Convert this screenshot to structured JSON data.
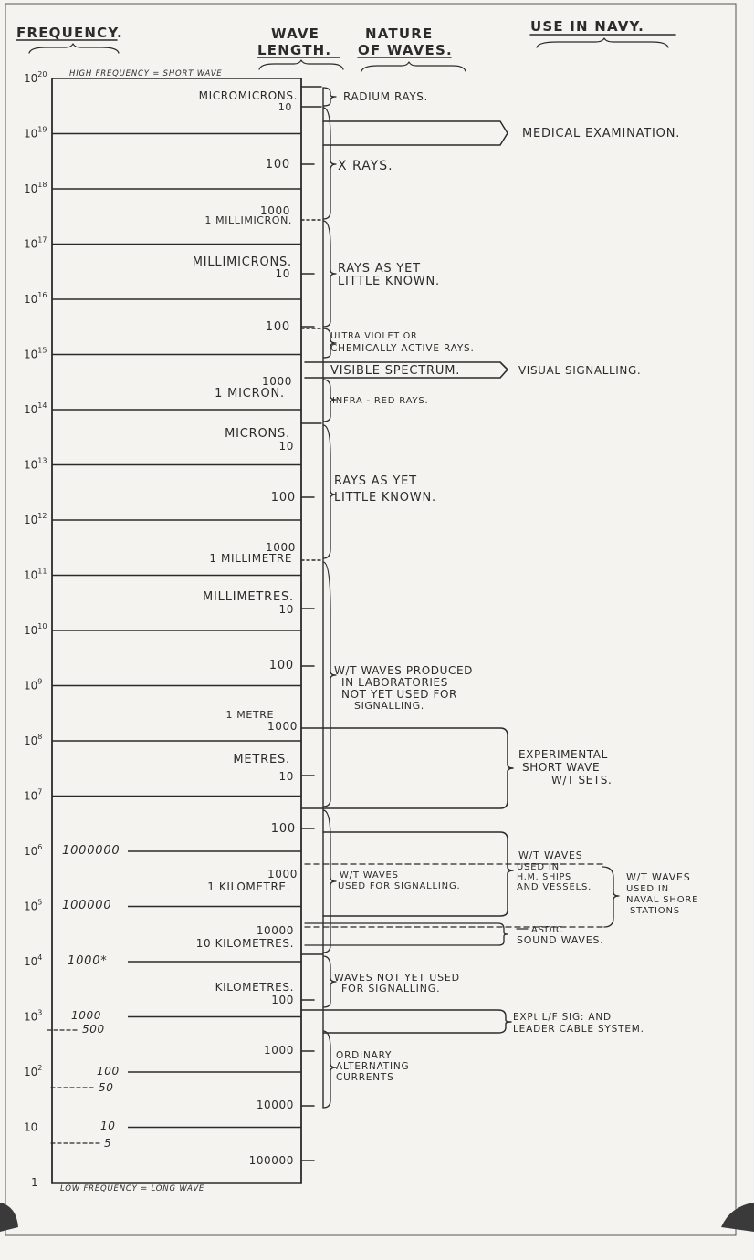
{
  "headers": {
    "frequency": "FREQUENCY.",
    "wave_length_1": "WAVE",
    "wave_length_2": "LENGTH.",
    "nature_1": "NATURE",
    "nature_2": "OF WAVES.",
    "use": "USE  IN  NAVY."
  },
  "top_note": "HIGH FREQUENCY = SHORT WAVE",
  "bottom_note": "LOW FREQUENCY  =  LONG WAVE",
  "frequency_labels": [
    {
      "base": "10",
      "exp": "20"
    },
    {
      "base": "10",
      "exp": "19"
    },
    {
      "base": "10",
      "exp": "18"
    },
    {
      "base": "10",
      "exp": "17"
    },
    {
      "base": "10",
      "exp": "16"
    },
    {
      "base": "10",
      "exp": "15"
    },
    {
      "base": "10",
      "exp": "14"
    },
    {
      "base": "10",
      "exp": "13"
    },
    {
      "base": "10",
      "exp": "12"
    },
    {
      "base": "10",
      "exp": "11"
    },
    {
      "base": "10",
      "exp": "10"
    },
    {
      "base": "10",
      "exp": "9"
    },
    {
      "base": "10",
      "exp": "8"
    },
    {
      "base": "10",
      "exp": "7"
    },
    {
      "base": "10",
      "exp": "6"
    },
    {
      "base": "10",
      "exp": "5"
    },
    {
      "base": "10",
      "exp": "4"
    },
    {
      "base": "10",
      "exp": "3"
    },
    {
      "base": "10",
      "exp": "2"
    },
    {
      "base": "10",
      "exp": ""
    },
    {
      "base": "1",
      "exp": ""
    }
  ],
  "frequency_numbers": [
    "1000000",
    "100000",
    "1000*",
    "1000",
    "500",
    "100",
    "50",
    "10",
    "5"
  ],
  "wavelength_labels": {
    "micromicrons": "MICROMICRONS.",
    "w_10a": "10",
    "w_100a": "100",
    "w_1000a": "1000",
    "one_millimicron": "1 MILLIMICRON.",
    "millimicrons": "MILLIMICRONS.",
    "w_10b": "10",
    "w_100b": "100",
    "w_1000b": "1000",
    "one_micron": "1 MICRON.",
    "microns": "MICRONS.",
    "w_10c": "10",
    "w_100c": "100",
    "w_1000c": "1000",
    "one_millimetre": "1 MILLIMETRE",
    "millimetres": "MILLIMETRES.",
    "w_10d": "10",
    "w_100d": "100",
    "one_metre": "1 METRE",
    "w_1000d": "1000",
    "metres": "METRES.",
    "w_10e": "10",
    "w_100e": "100",
    "w_1000e": "1000",
    "one_kilometre": "1 KILOMETRE.",
    "w_10000": "10000",
    "ten_kilometres": "10 KILOMETRES.",
    "kilometres": "KILOMETRES.",
    "w_100f": "100",
    "w_1000f": "1000",
    "w_10000f": "10000",
    "w_100000f": "100000"
  },
  "nature": {
    "radium": "RADIUM RAYS.",
    "xrays": "X  RAYS.",
    "little_known_1a": "RAYS AS YET",
    "little_known_1b": "LITTLE KNOWN.",
    "uv_1": "ULTRA VIOLET OR",
    "uv_2": "CHEMICALLY ACTIVE RAYS.",
    "visible": "VISIBLE SPECTRUM.",
    "infra": "INFRA - RED RAYS.",
    "little_known_2a": "RAYS AS YET",
    "little_known_2b": "LITTLE KNOWN.",
    "lab_1": "W/T WAVES PRODUCED",
    "lab_2": "IN LABORATORIES",
    "lab_3": "NOT YET USED FOR",
    "lab_4": "SIGNALLING.",
    "wt_sig_1": "W/T WAVES",
    "wt_sig_2": "USED FOR SIGNALLING.",
    "not_yet_1": "WAVES NOT YET USED",
    "not_yet_2": "FOR SIGNALLING.",
    "ac_1": "ORDINARY",
    "ac_2": "ALTERNATING",
    "ac_3": "CURRENTS"
  },
  "use": {
    "medical": "MEDICAL EXAMINATION.",
    "visual": "VISUAL SIGNALLING.",
    "exp_1": "EXPERIMENTAL",
    "exp_2": "SHORT WAVE",
    "exp_3": "W/T SETS.",
    "ships_1": "W/T WAVES",
    "ships_2": "USED IN",
    "ships_3": "H.M. SHIPS",
    "ships_4": "AND VESSELS.",
    "shore_1": "W/T WAVES",
    "shore_2": "USED IN",
    "shore_3": "NAVAL SHORE",
    "shore_4": "STATIONS",
    "asdic_1": "ASDIC",
    "asdic_2": "SOUND WAVES.",
    "leader_1": "EXPt L/F SIG: AND",
    "leader_2": "LEADER CABLE SYSTEM."
  }
}
